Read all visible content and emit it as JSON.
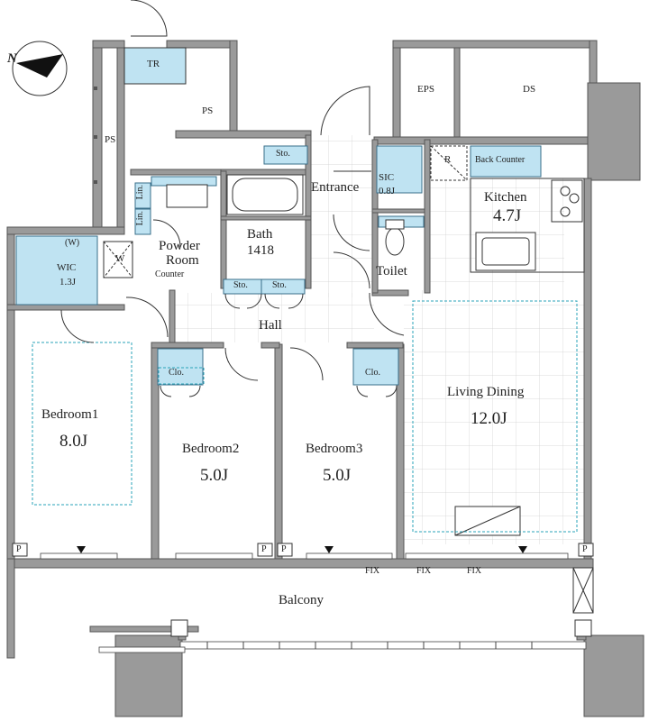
{
  "compass": {
    "north": "N"
  },
  "rooms": {
    "tr": "TR",
    "ps_left": "PS",
    "ps_top": "PS",
    "eps": "EPS",
    "ds": "DS",
    "sto_entrance": "Sto.",
    "entrance": "Entrance",
    "sic_name": "SIC",
    "sic_area": "0.8J",
    "refrigerator": "R",
    "back_counter": "Back Counter",
    "kitchen_name": "Kitchen",
    "kitchen_area": "4.7J",
    "lin_1": "Lin.",
    "lin_2": "Lin.",
    "powder_room_1": "Powder",
    "powder_room_2": "Room",
    "washer": "W",
    "counter": "Counter",
    "bath_name": "Bath",
    "bath_size": "1418",
    "toilet": "Toilet",
    "wic_w": "(W)",
    "wic_name": "WIC",
    "wic_area": "1.3J",
    "sto_hall_1": "Sto.",
    "sto_hall_2": "Sto.",
    "hall": "Hall",
    "clo_1": "Clo.",
    "clo_2": "Clo.",
    "bedroom1_name": "Bedroom1",
    "bedroom1_area": "8.0J",
    "bedroom2_name": "Bedroom2",
    "bedroom2_area": "5.0J",
    "bedroom3_name": "Bedroom3",
    "bedroom3_area": "5.0J",
    "living_name": "Living Dining",
    "living_area": "12.0J",
    "p_1": "P",
    "p_2": "P",
    "p_3": "P",
    "p_4": "P",
    "fix_1": "FIX",
    "fix_2": "FIX",
    "fix_3": "FIX",
    "balcony": "Balcony"
  },
  "colors": {
    "wall": "#8c8c8c",
    "wall_dark": "#555555",
    "storage_fill": "#bfe3f2",
    "storage_stroke": "#3a6f8a",
    "dashed_rug": "#2aa3b8",
    "line": "#333333"
  }
}
